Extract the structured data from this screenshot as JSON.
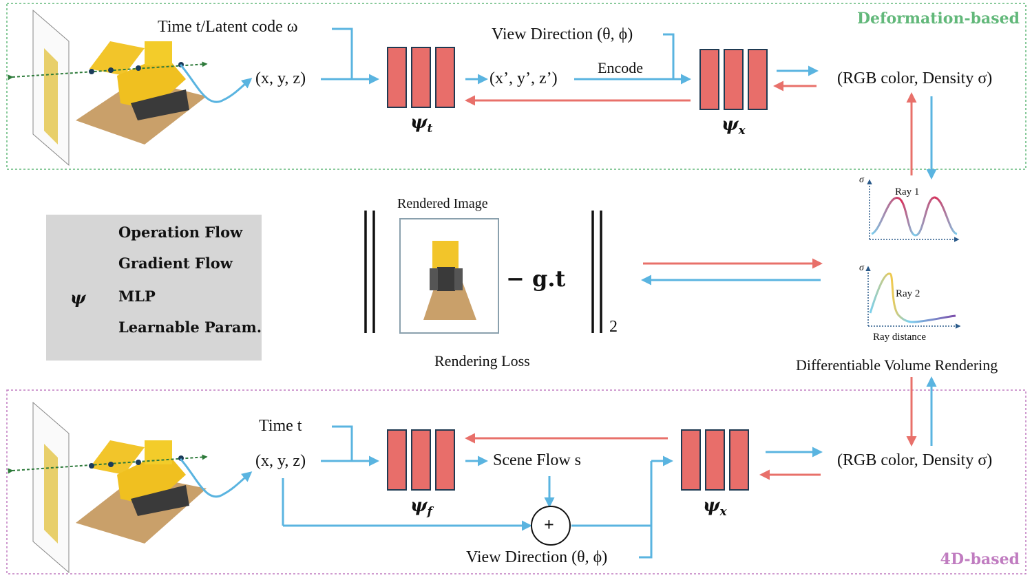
{
  "panels": {
    "top_label": "Deformation-based",
    "bottom_label": "4D-based"
  },
  "colors": {
    "operation": "#5ab4e0",
    "gradient": "#e8706a",
    "param_fill": "#e86e6a",
    "param_stroke": "#1f3a52",
    "top_frame": "#62b87a",
    "bottom_frame": "#c07cc0",
    "legend_bg": "#d6d6d6"
  },
  "top": {
    "time_latent": "Time t/Latent code ω",
    "xyz": "(x, y, z)",
    "view_dir": "View Direction (θ, ϕ)",
    "xyz_prime": "(x’, y’, z’)",
    "encode": "Encode",
    "output": "(RGB color, Density σ)",
    "mlp1": "ψ",
    "mlp1_sub": "t",
    "mlp2": "ψ",
    "mlp2_sub": "x"
  },
  "bottom": {
    "time": "Time t",
    "xyz": "(x, y, z)",
    "scene_flow": "Scene Flow s",
    "view_dir": "View Direction (θ, ϕ)",
    "plus": "+",
    "output": "(RGB color, Density σ)",
    "mlp1": "ψ",
    "mlp1_sub": "f",
    "mlp2": "ψ",
    "mlp2_sub": "x"
  },
  "legend": {
    "operation": "Operation Flow",
    "gradient": "Gradient Flow",
    "psi_symbol": "ψ",
    "mlp": "MLP",
    "param": "Learnable Param."
  },
  "loss": {
    "rendered_image": "Rendered Image",
    "minus_gt": "− g.t",
    "norm_sub": "2",
    "rendering_loss": "Rendering Loss"
  },
  "rendering": {
    "sigma1": "σ",
    "ray1": "Ray 1",
    "sigma2": "σ",
    "ray2": "Ray 2",
    "ray_distance": "Ray distance",
    "title": "Differentiable Volume Rendering"
  }
}
